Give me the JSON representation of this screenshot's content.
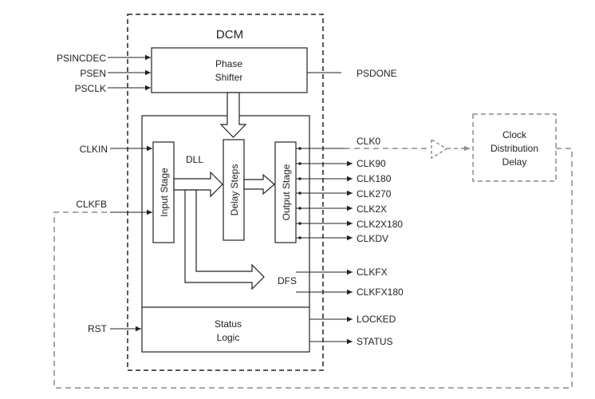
{
  "diagram": {
    "title": "DCM",
    "blocks": {
      "phase_shifter": [
        "Phase",
        "Shifter"
      ],
      "input_stage": "Input Stage",
      "delay_steps": "Delay Steps",
      "output_stage": "Output Stage",
      "dll": "DLL",
      "dfs": "DFS",
      "status_logic": [
        "Status",
        "Logic"
      ],
      "clock_distribution_delay": [
        "Clock",
        "Distribution",
        "Delay"
      ]
    },
    "inputs": {
      "psincdec": "PSINCDEC",
      "psen": "PSEN",
      "psclk": "PSCLK",
      "clkin": "CLKIN",
      "clkfb": "CLKFB",
      "rst": "RST"
    },
    "outputs": {
      "psdone": "PSDONE",
      "clk0": "CLK0",
      "clk90": "CLK90",
      "clk180": "CLK180",
      "clk270": "CLK270",
      "clk2x": "CLK2X",
      "clk2x180": "CLK2X180",
      "clkdv": "CLKDV",
      "clkfx": "CLKFX",
      "clkfx180": "CLKFX180",
      "locked": "LOCKED",
      "status": "STATUS"
    },
    "colors": {
      "line": "#222222",
      "dashed": "#8c8c8c",
      "background": "#ffffff"
    }
  }
}
